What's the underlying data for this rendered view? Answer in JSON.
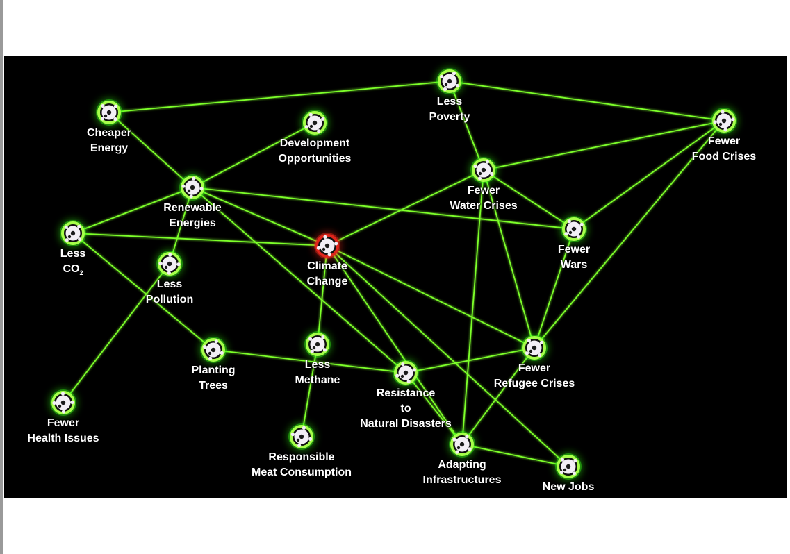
{
  "colors": {
    "background": "#000000",
    "edge": "#7dff2a",
    "node_ring": "#a6ff4a",
    "node_glow": "#39ff14",
    "central_ring": "#e0241b",
    "central_glow": "#ff2a1a",
    "node_icon": "#f2eef5",
    "label": "#ffffff"
  },
  "nodes": [
    {
      "id": "less-poverty",
      "label": "Less\nPoverty",
      "icon": "gear-icon"
    },
    {
      "id": "cheaper-energy",
      "label": "Cheaper\nEnergy",
      "icon": "gear-icon"
    },
    {
      "id": "development-opportunities",
      "label": "Development\nOpportunities",
      "icon": "gear-icon"
    },
    {
      "id": "fewer-food-crises",
      "label": "Fewer\nFood Crises",
      "icon": "gear-icon"
    },
    {
      "id": "renewable-energies",
      "label": "Renewable\nEnergies",
      "icon": "gear-icon"
    },
    {
      "id": "fewer-water-crises",
      "label": "Fewer\nWater Crises",
      "icon": "gear-icon"
    },
    {
      "id": "less-co2",
      "label": "Less\nCO",
      "label_sub": "2",
      "icon": "gear-icon"
    },
    {
      "id": "fewer-wars",
      "label": "Fewer\nWars",
      "icon": "gear-icon"
    },
    {
      "id": "climate-change",
      "label": "Climate\nChange",
      "icon": "gear-icon",
      "central": true
    },
    {
      "id": "less-pollution",
      "label": "Less\nPollution",
      "icon": "gear-icon"
    },
    {
      "id": "planting-trees",
      "label": "Planting\nTrees",
      "icon": "gear-icon"
    },
    {
      "id": "less-methane",
      "label": "Less\nMethane",
      "icon": "gear-icon"
    },
    {
      "id": "fewer-refugee-crises",
      "label": "Fewer\nRefugee Crises",
      "icon": "gear-icon"
    },
    {
      "id": "resistance-natural-disasters",
      "label": "Resistance\nto\nNatural Disasters",
      "icon": "gear-icon"
    },
    {
      "id": "fewer-health-issues",
      "label": "Fewer\nHealth Issues",
      "icon": "gear-icon"
    },
    {
      "id": "responsible-meat-consumption",
      "label": "Responsible\nMeat Consumption",
      "icon": "gear-icon"
    },
    {
      "id": "adapting-infrastructures",
      "label": "Adapting\nInfrastructures",
      "icon": "gear-icon"
    },
    {
      "id": "new-jobs",
      "label": "New Jobs",
      "icon": "gear-icon"
    }
  ],
  "edges": [
    [
      "cheaper-energy",
      "less-poverty"
    ],
    [
      "less-poverty",
      "fewer-food-crises"
    ],
    [
      "less-poverty",
      "fewer-water-crises"
    ],
    [
      "cheaper-energy",
      "renewable-energies"
    ],
    [
      "development-opportunities",
      "renewable-energies"
    ],
    [
      "renewable-energies",
      "less-co2"
    ],
    [
      "renewable-energies",
      "less-pollution"
    ],
    [
      "renewable-energies",
      "climate-change"
    ],
    [
      "renewable-energies",
      "fewer-wars"
    ],
    [
      "renewable-energies",
      "resistance-natural-disasters"
    ],
    [
      "less-co2",
      "climate-change"
    ],
    [
      "less-co2",
      "planting-trees"
    ],
    [
      "less-pollution",
      "fewer-health-issues"
    ],
    [
      "climate-change",
      "fewer-water-crises"
    ],
    [
      "climate-change",
      "fewer-refugee-crises"
    ],
    [
      "climate-change",
      "less-methane"
    ],
    [
      "climate-change",
      "adapting-infrastructures"
    ],
    [
      "climate-change",
      "new-jobs"
    ],
    [
      "fewer-water-crises",
      "fewer-food-crises"
    ],
    [
      "fewer-water-crises",
      "fewer-wars"
    ],
    [
      "fewer-water-crises",
      "fewer-refugee-crises"
    ],
    [
      "fewer-water-crises",
      "adapting-infrastructures"
    ],
    [
      "fewer-food-crises",
      "fewer-wars"
    ],
    [
      "fewer-food-crises",
      "fewer-refugee-crises"
    ],
    [
      "fewer-wars",
      "fewer-refugee-crises"
    ],
    [
      "planting-trees",
      "resistance-natural-disasters"
    ],
    [
      "less-methane",
      "responsible-meat-consumption"
    ],
    [
      "resistance-natural-disasters",
      "fewer-refugee-crises"
    ],
    [
      "resistance-natural-disasters",
      "adapting-infrastructures"
    ],
    [
      "fewer-refugee-crises",
      "adapting-infrastructures"
    ],
    [
      "adapting-infrastructures",
      "new-jobs"
    ]
  ]
}
